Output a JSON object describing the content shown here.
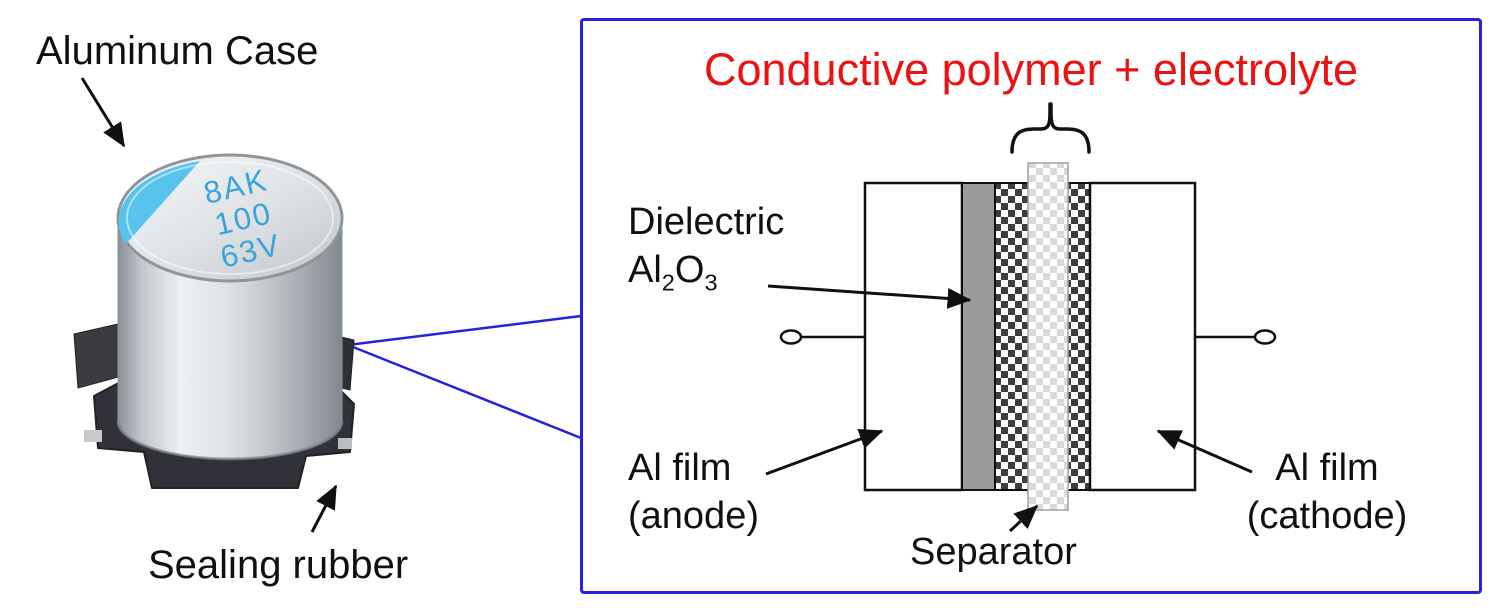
{
  "photo": {
    "aluminum_case_label": "Aluminum Case",
    "sealing_rubber_label": "Sealing rubber",
    "case_markings": {
      "line1": "8AK",
      "line2": "100",
      "line3": "63V"
    }
  },
  "panel": {
    "title": "Conductive polymer + electrolyte",
    "labels": {
      "dielectric_word": "Dielectric",
      "formula_el1": "Al",
      "formula_sub1": "2",
      "formula_el2": "O",
      "formula_sub2": "3",
      "al_film_anode_line1": "Al film",
      "al_film_anode_line2": "(anode)",
      "separator": "Separator",
      "al_film_cathode_line1": "Al film",
      "al_film_cathode_line2": "(cathode)"
    }
  },
  "colors": {
    "panel_border_blue": "#2323dd",
    "title_red": "#ed1212",
    "dielectric_gray": "#9b9b9b",
    "capacitor_top_blue": "#58c4ee",
    "marking_text_blue": "#3aa4da",
    "annotation_black": "#101010"
  }
}
